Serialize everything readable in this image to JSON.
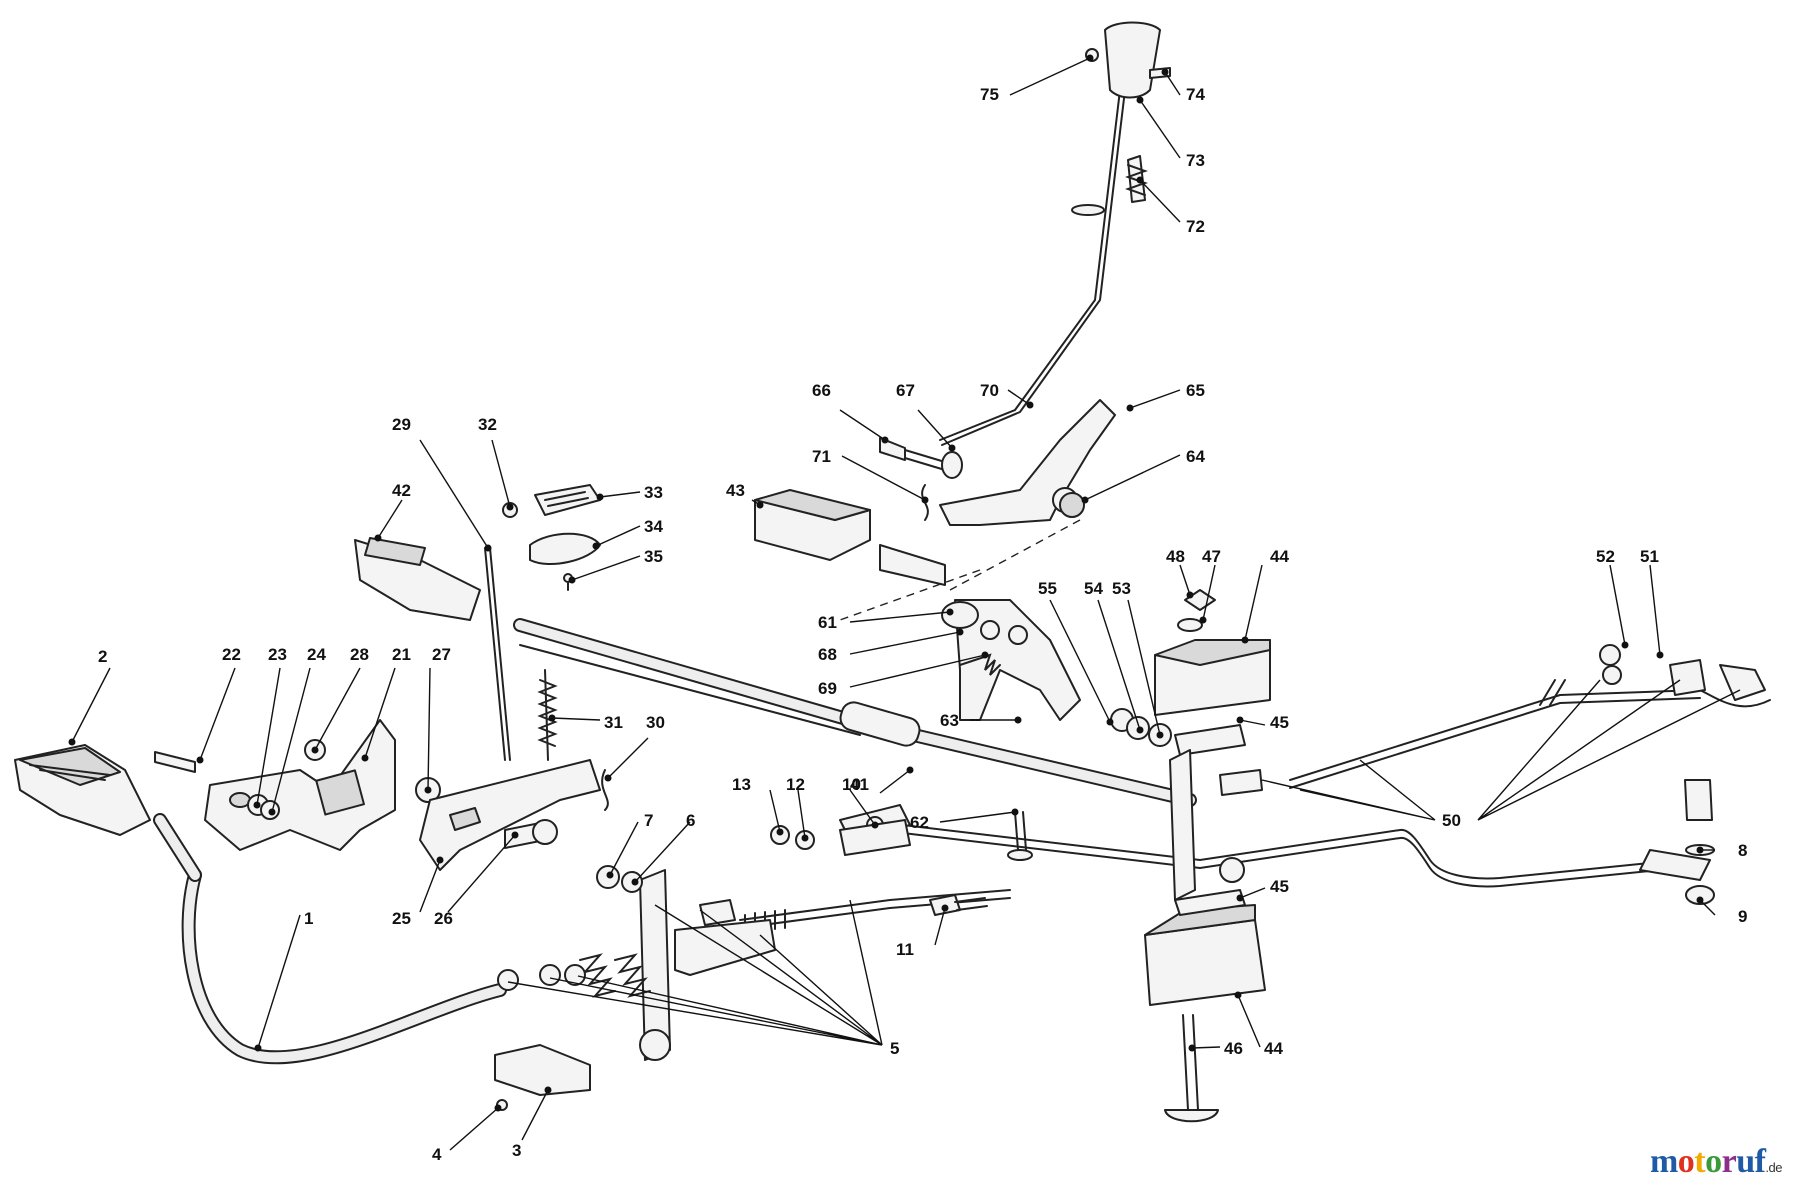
{
  "diagram": {
    "callouts": [
      {
        "id": "c1",
        "label": "1"
      },
      {
        "id": "c2",
        "label": "2"
      },
      {
        "id": "c3",
        "label": "3"
      },
      {
        "id": "c4",
        "label": "4"
      },
      {
        "id": "c5",
        "label": "5"
      },
      {
        "id": "c6",
        "label": "6"
      },
      {
        "id": "c7",
        "label": "7"
      },
      {
        "id": "c8",
        "label": "8"
      },
      {
        "id": "c9",
        "label": "9"
      },
      {
        "id": "c10",
        "label": "10"
      },
      {
        "id": "c11",
        "label": "11"
      },
      {
        "id": "c12",
        "label": "12"
      },
      {
        "id": "c13",
        "label": "13"
      },
      {
        "id": "c21",
        "label": "21"
      },
      {
        "id": "c22",
        "label": "22"
      },
      {
        "id": "c23",
        "label": "23"
      },
      {
        "id": "c24",
        "label": "24"
      },
      {
        "id": "c25",
        "label": "25"
      },
      {
        "id": "c26",
        "label": "26"
      },
      {
        "id": "c27",
        "label": "27"
      },
      {
        "id": "c28",
        "label": "28"
      },
      {
        "id": "c29",
        "label": "29"
      },
      {
        "id": "c30",
        "label": "30"
      },
      {
        "id": "c31",
        "label": "31"
      },
      {
        "id": "c32",
        "label": "32"
      },
      {
        "id": "c33",
        "label": "33"
      },
      {
        "id": "c34",
        "label": "34"
      },
      {
        "id": "c35",
        "label": "35"
      },
      {
        "id": "c41",
        "label": "41"
      },
      {
        "id": "c42",
        "label": "42"
      },
      {
        "id": "c43",
        "label": "43"
      },
      {
        "id": "c44a",
        "label": "44"
      },
      {
        "id": "c44b",
        "label": "44"
      },
      {
        "id": "c45a",
        "label": "45"
      },
      {
        "id": "c45b",
        "label": "45"
      },
      {
        "id": "c46",
        "label": "46"
      },
      {
        "id": "c47",
        "label": "47"
      },
      {
        "id": "c48",
        "label": "48"
      },
      {
        "id": "c50",
        "label": "50"
      },
      {
        "id": "c51",
        "label": "51"
      },
      {
        "id": "c52",
        "label": "52"
      },
      {
        "id": "c53",
        "label": "53"
      },
      {
        "id": "c54",
        "label": "54"
      },
      {
        "id": "c55",
        "label": "55"
      },
      {
        "id": "c61",
        "label": "61"
      },
      {
        "id": "c62",
        "label": "62"
      },
      {
        "id": "c63",
        "label": "63"
      },
      {
        "id": "c64",
        "label": "64"
      },
      {
        "id": "c65",
        "label": "65"
      },
      {
        "id": "c66",
        "label": "66"
      },
      {
        "id": "c67",
        "label": "67"
      },
      {
        "id": "c68",
        "label": "68"
      },
      {
        "id": "c69",
        "label": "69"
      },
      {
        "id": "c70",
        "label": "70"
      },
      {
        "id": "c71",
        "label": "71"
      },
      {
        "id": "c72",
        "label": "72"
      },
      {
        "id": "c73",
        "label": "73"
      },
      {
        "id": "c74",
        "label": "74"
      },
      {
        "id": "c75",
        "label": "75"
      }
    ]
  },
  "logo": {
    "text_1": "m",
    "text_2": "o",
    "text_3": "t",
    "text_4": "o",
    "text_5": "r",
    "text_6": "uf",
    "tld": ".de"
  }
}
